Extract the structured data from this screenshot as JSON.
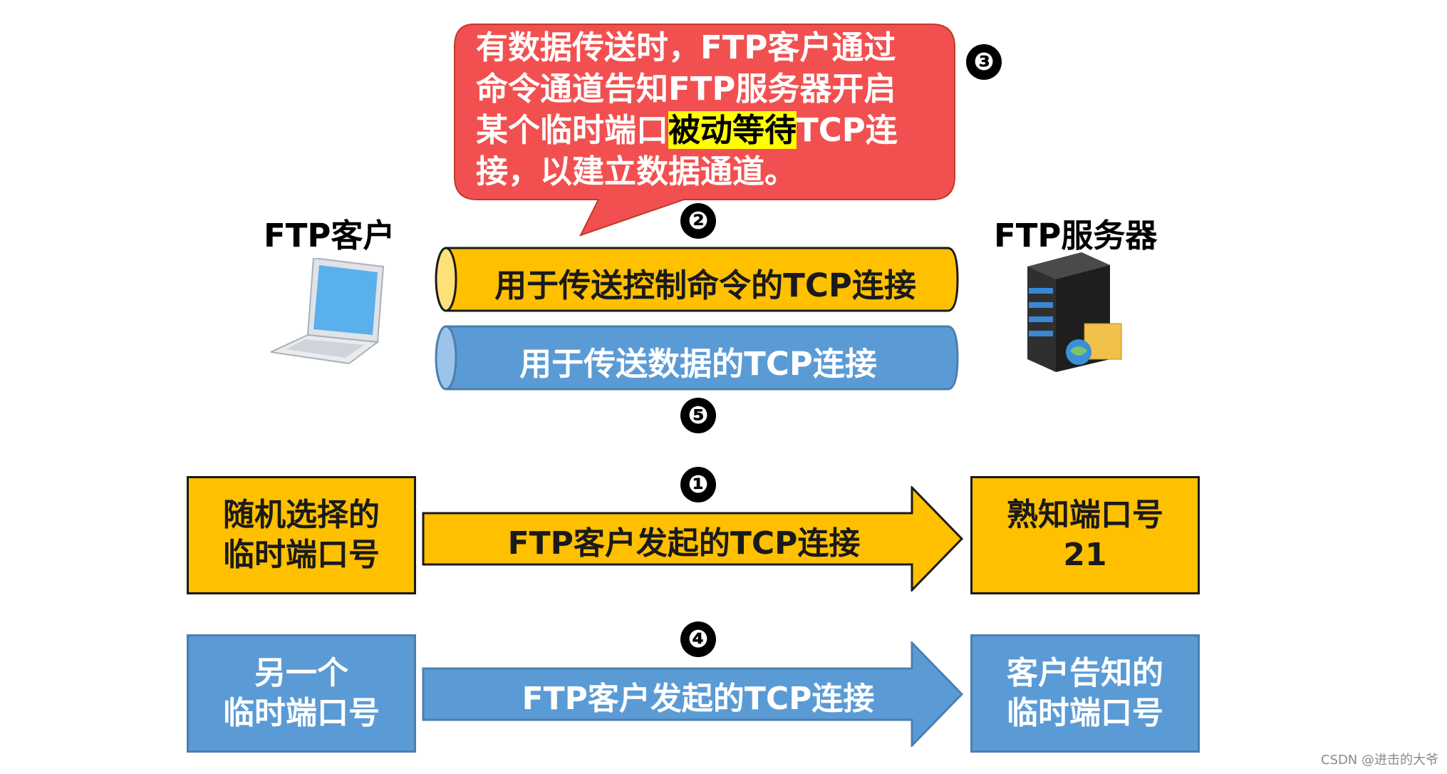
{
  "callout": {
    "line1": "有数据传送时，FTP客户通过",
    "line2": "命令通道告知FTP服务器开启",
    "line3_pre": "某个临时端口",
    "line3_highlight": "被动等待",
    "line3_post": "TCP连",
    "line4": "接，以建立数据通道。"
  },
  "steps": {
    "s1": "❶",
    "s2": "❷",
    "s3": "❸",
    "s4": "❹",
    "s5": "❺"
  },
  "client": {
    "label": "FTP客户",
    "icon": "laptop-icon"
  },
  "server": {
    "label": "FTP服务器",
    "icon": "server-icon"
  },
  "pipes": {
    "control": "用于传送控制命令的TCP连接",
    "data": "用于传送数据的TCP连接"
  },
  "row1": {
    "left_line1": "随机选择的",
    "left_line2": "临时端口号",
    "arrow": "FTP客户发起的TCP连接",
    "right_line1": "熟知端口号",
    "right_line2": "21"
  },
  "row2": {
    "left_line1": "另一个",
    "left_line2": "临时端口号",
    "arrow": "FTP客户发起的TCP连接",
    "right_line1": "客户告知的",
    "right_line2": "临时端口号"
  },
  "watermark": "CSDN @进击的大爷",
  "colors": {
    "callout": "#f25050",
    "yellow": "#ffc000",
    "blue": "#5b9bd5",
    "highlight": "#ffff00"
  }
}
